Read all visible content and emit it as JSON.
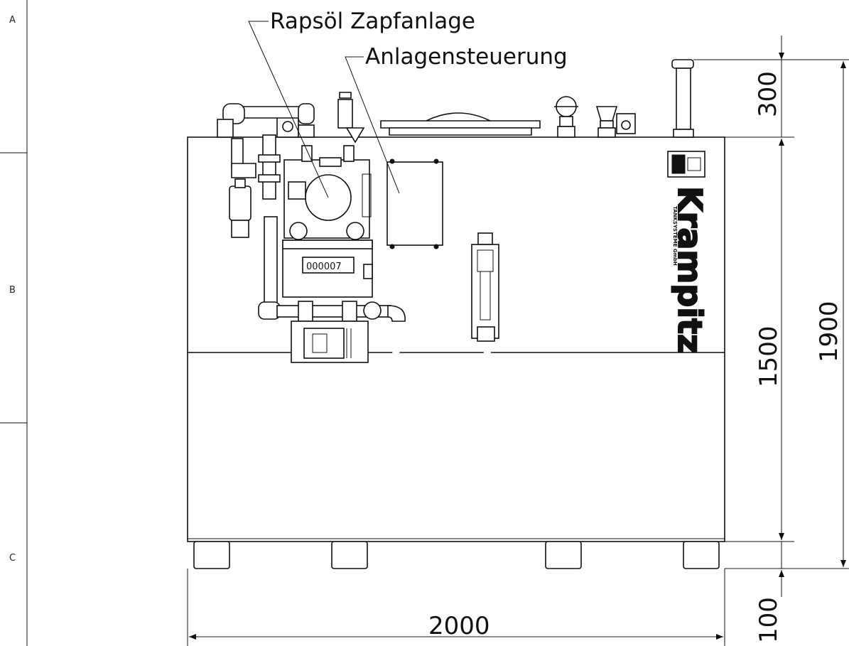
{
  "frame": {
    "zones": [
      "A",
      "B",
      "C"
    ]
  },
  "callouts": {
    "dispenser": "Rapsöl Zapfanlage",
    "control": "Anlagensteuerung"
  },
  "dimensions": {
    "width": "2000",
    "vent_height": "300",
    "total_height": "1900",
    "tank_height": "1500",
    "feet_height": "100"
  },
  "brand": {
    "name": "Krampitz",
    "sub": "TANKSYSTEME GmbH"
  },
  "meter": {
    "reading": "000007"
  },
  "colors": {
    "line": "#111111",
    "background": "#ffffff"
  }
}
